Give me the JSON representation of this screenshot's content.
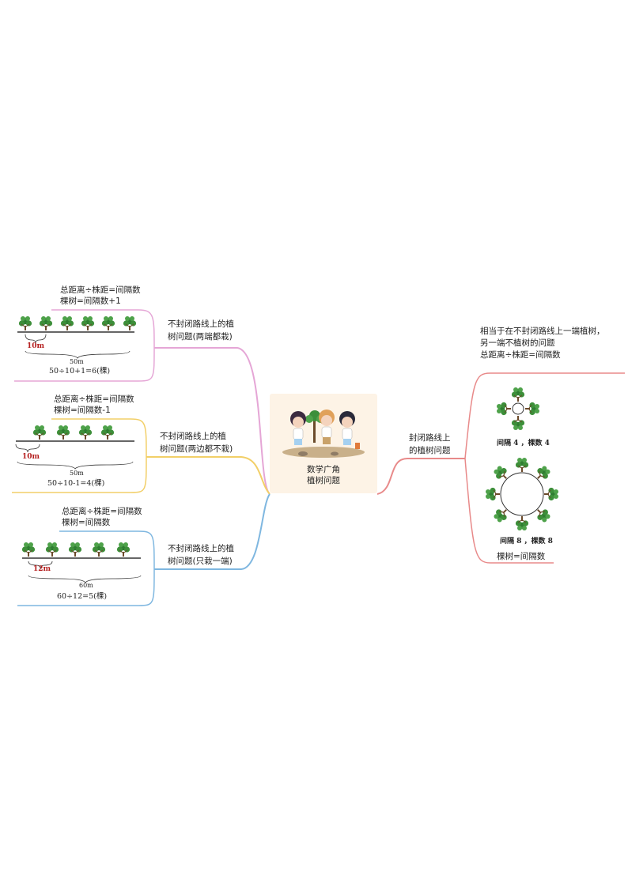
{
  "center": {
    "title_line1": "数学广角",
    "title_line2": "植树问题"
  },
  "branches": [
    {
      "id": "both-ends",
      "color": "#e5a6d6",
      "label_line1": "不封闭路线上的植",
      "label_line2": "树问题(两端都栽)",
      "formula_line1": "总距离÷株距=间隔数",
      "formula_line2": "棵树=间隔数+1",
      "interval": "10m",
      "total": "50m",
      "equation": "50÷10+1=6(棵)"
    },
    {
      "id": "neither-end",
      "color": "#f2cf68",
      "label_line1": "不封闭路线上的植",
      "label_line2": "树问题(两边都不栽)",
      "formula_line1": "总距离÷株距=间隔数",
      "formula_line2": "棵树=间隔数-1",
      "interval": "10m",
      "total": "50m",
      "equation": "50÷10-1=4(棵)"
    },
    {
      "id": "one-end",
      "color": "#7fb7e0",
      "label_line1": "不封闭路线上的植",
      "label_line2": "树问题(只栽一端)",
      "formula_line1": "总距离÷株距=间隔数",
      "formula_line2": "棵树=间隔数",
      "interval": "12m",
      "total": "60m",
      "equation": "60÷12=5(棵)"
    },
    {
      "id": "closed",
      "color": "#e88a8a",
      "label_line1": "封闭路线上",
      "label_line2": "的植树问题",
      "note_line1": "相当于在不封闭路线上一端植树，",
      "note_line2": "另一端不植树的问题",
      "note_line3": "总距离÷株距=间隔数",
      "small_caption": "间隔 4 ，棵数 4",
      "large_caption": "间隔 8 ，棵数 8",
      "rule": "棵树=间隔数"
    }
  ]
}
